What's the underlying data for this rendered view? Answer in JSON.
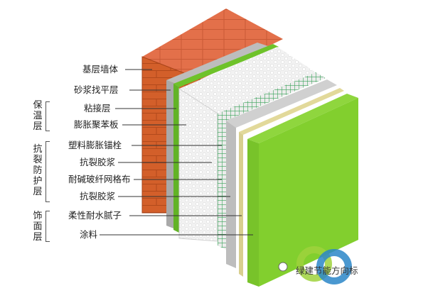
{
  "labels": {
    "base_wall": "基层墙体",
    "mortar_leveling": "砂浆找平层",
    "adhesive": "粘接层",
    "eps_board": "膨胀聚苯板",
    "anchor": "塑料膨胀锚栓",
    "anti_crack_1": "抗裂胶浆",
    "mesh": "耐碱玻纤网格布",
    "anti_crack_2": "抗裂胶浆",
    "putty": "柔性耐水腻子",
    "paint": "涂料"
  },
  "groups": {
    "insulation": "保温层",
    "protection": "抗裂防护层",
    "finish": "饰面层"
  },
  "watermark": "绿建节能方向标",
  "colors": {
    "brick_front": "#d2612b",
    "brick_top": "#e8754d",
    "green_panel": "#7fcc2a",
    "beige_panel": "#d8cf8e",
    "grey_panel": "#c9c9c9"
  }
}
